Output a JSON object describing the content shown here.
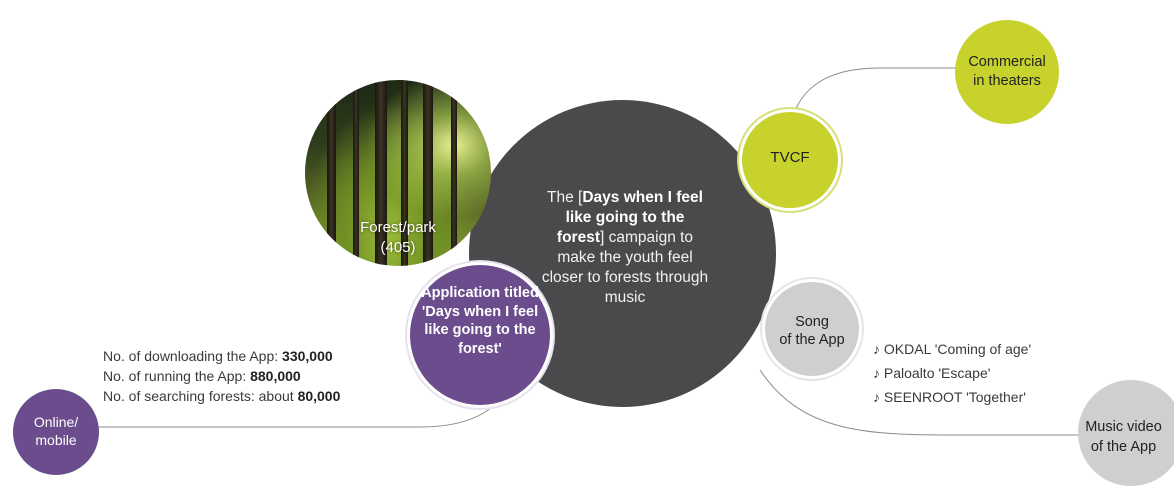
{
  "center": {
    "text_before": "The [",
    "text_bold": "Days when I feel like going to the forest",
    "text_after": "] campaign to make the youth feel closer to forests through music"
  },
  "forest": {
    "label_line1": "Forest/park",
    "label_line2": "(405)"
  },
  "app": {
    "label": "Application titled 'Days when I feel like going to the forest'"
  },
  "tvcf": {
    "label": "TVCF"
  },
  "commercial": {
    "line1": "Commercial",
    "line2": "in theaters"
  },
  "song": {
    "line1": "Song",
    "line2": "of the App"
  },
  "online": {
    "line1": "Online/",
    "line2": "mobile"
  },
  "music_video": {
    "line1": "Music video",
    "line2": "of the App"
  },
  "stats": [
    {
      "label": "No. of downloading the App: ",
      "value": "330,000"
    },
    {
      "label": "No. of running the App: ",
      "value": "880,000"
    },
    {
      "label": "No. of searching forests: about ",
      "value": "80,000"
    }
  ],
  "songs": [
    "♪ OKDAL 'Coming of age'",
    "♪ Paloalto 'Escape'",
    "♪ SEENROOT 'Together'"
  ],
  "colors": {
    "lime": "#c7d22c",
    "purple": "#6b4c8c",
    "dark_gray": "#4a4a4c",
    "light_gray": "#cfcfd1",
    "connector": "#8c8c8c"
  }
}
